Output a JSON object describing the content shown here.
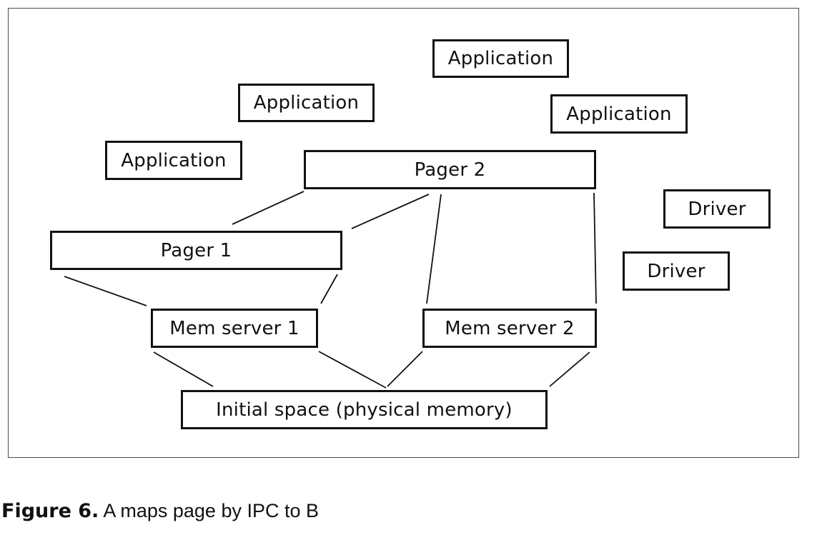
{
  "diagram": {
    "nodes": {
      "app1": "Application",
      "app2": "Application",
      "app3": "Application",
      "app4": "Application",
      "pager2": "Pager 2",
      "pager1": "Pager 1",
      "driver1": "Driver",
      "driver2": "Driver",
      "mem1": "Mem server 1",
      "mem2": "Mem server 2",
      "initial": "Initial space (physical memory)"
    },
    "edges": [
      [
        "pager2",
        "pager1"
      ],
      [
        "pager2",
        "pager1"
      ],
      [
        "pager2",
        "mem2"
      ],
      [
        "pager2",
        "mem2"
      ],
      [
        "pager1",
        "mem1"
      ],
      [
        "pager1",
        "mem1"
      ],
      [
        "mem1",
        "initial"
      ],
      [
        "mem1",
        "initial"
      ],
      [
        "mem2",
        "initial"
      ],
      [
        "mem2",
        "initial"
      ]
    ]
  },
  "caption": {
    "label": "Figure 6.",
    "text": " A maps page by IPC to B"
  }
}
